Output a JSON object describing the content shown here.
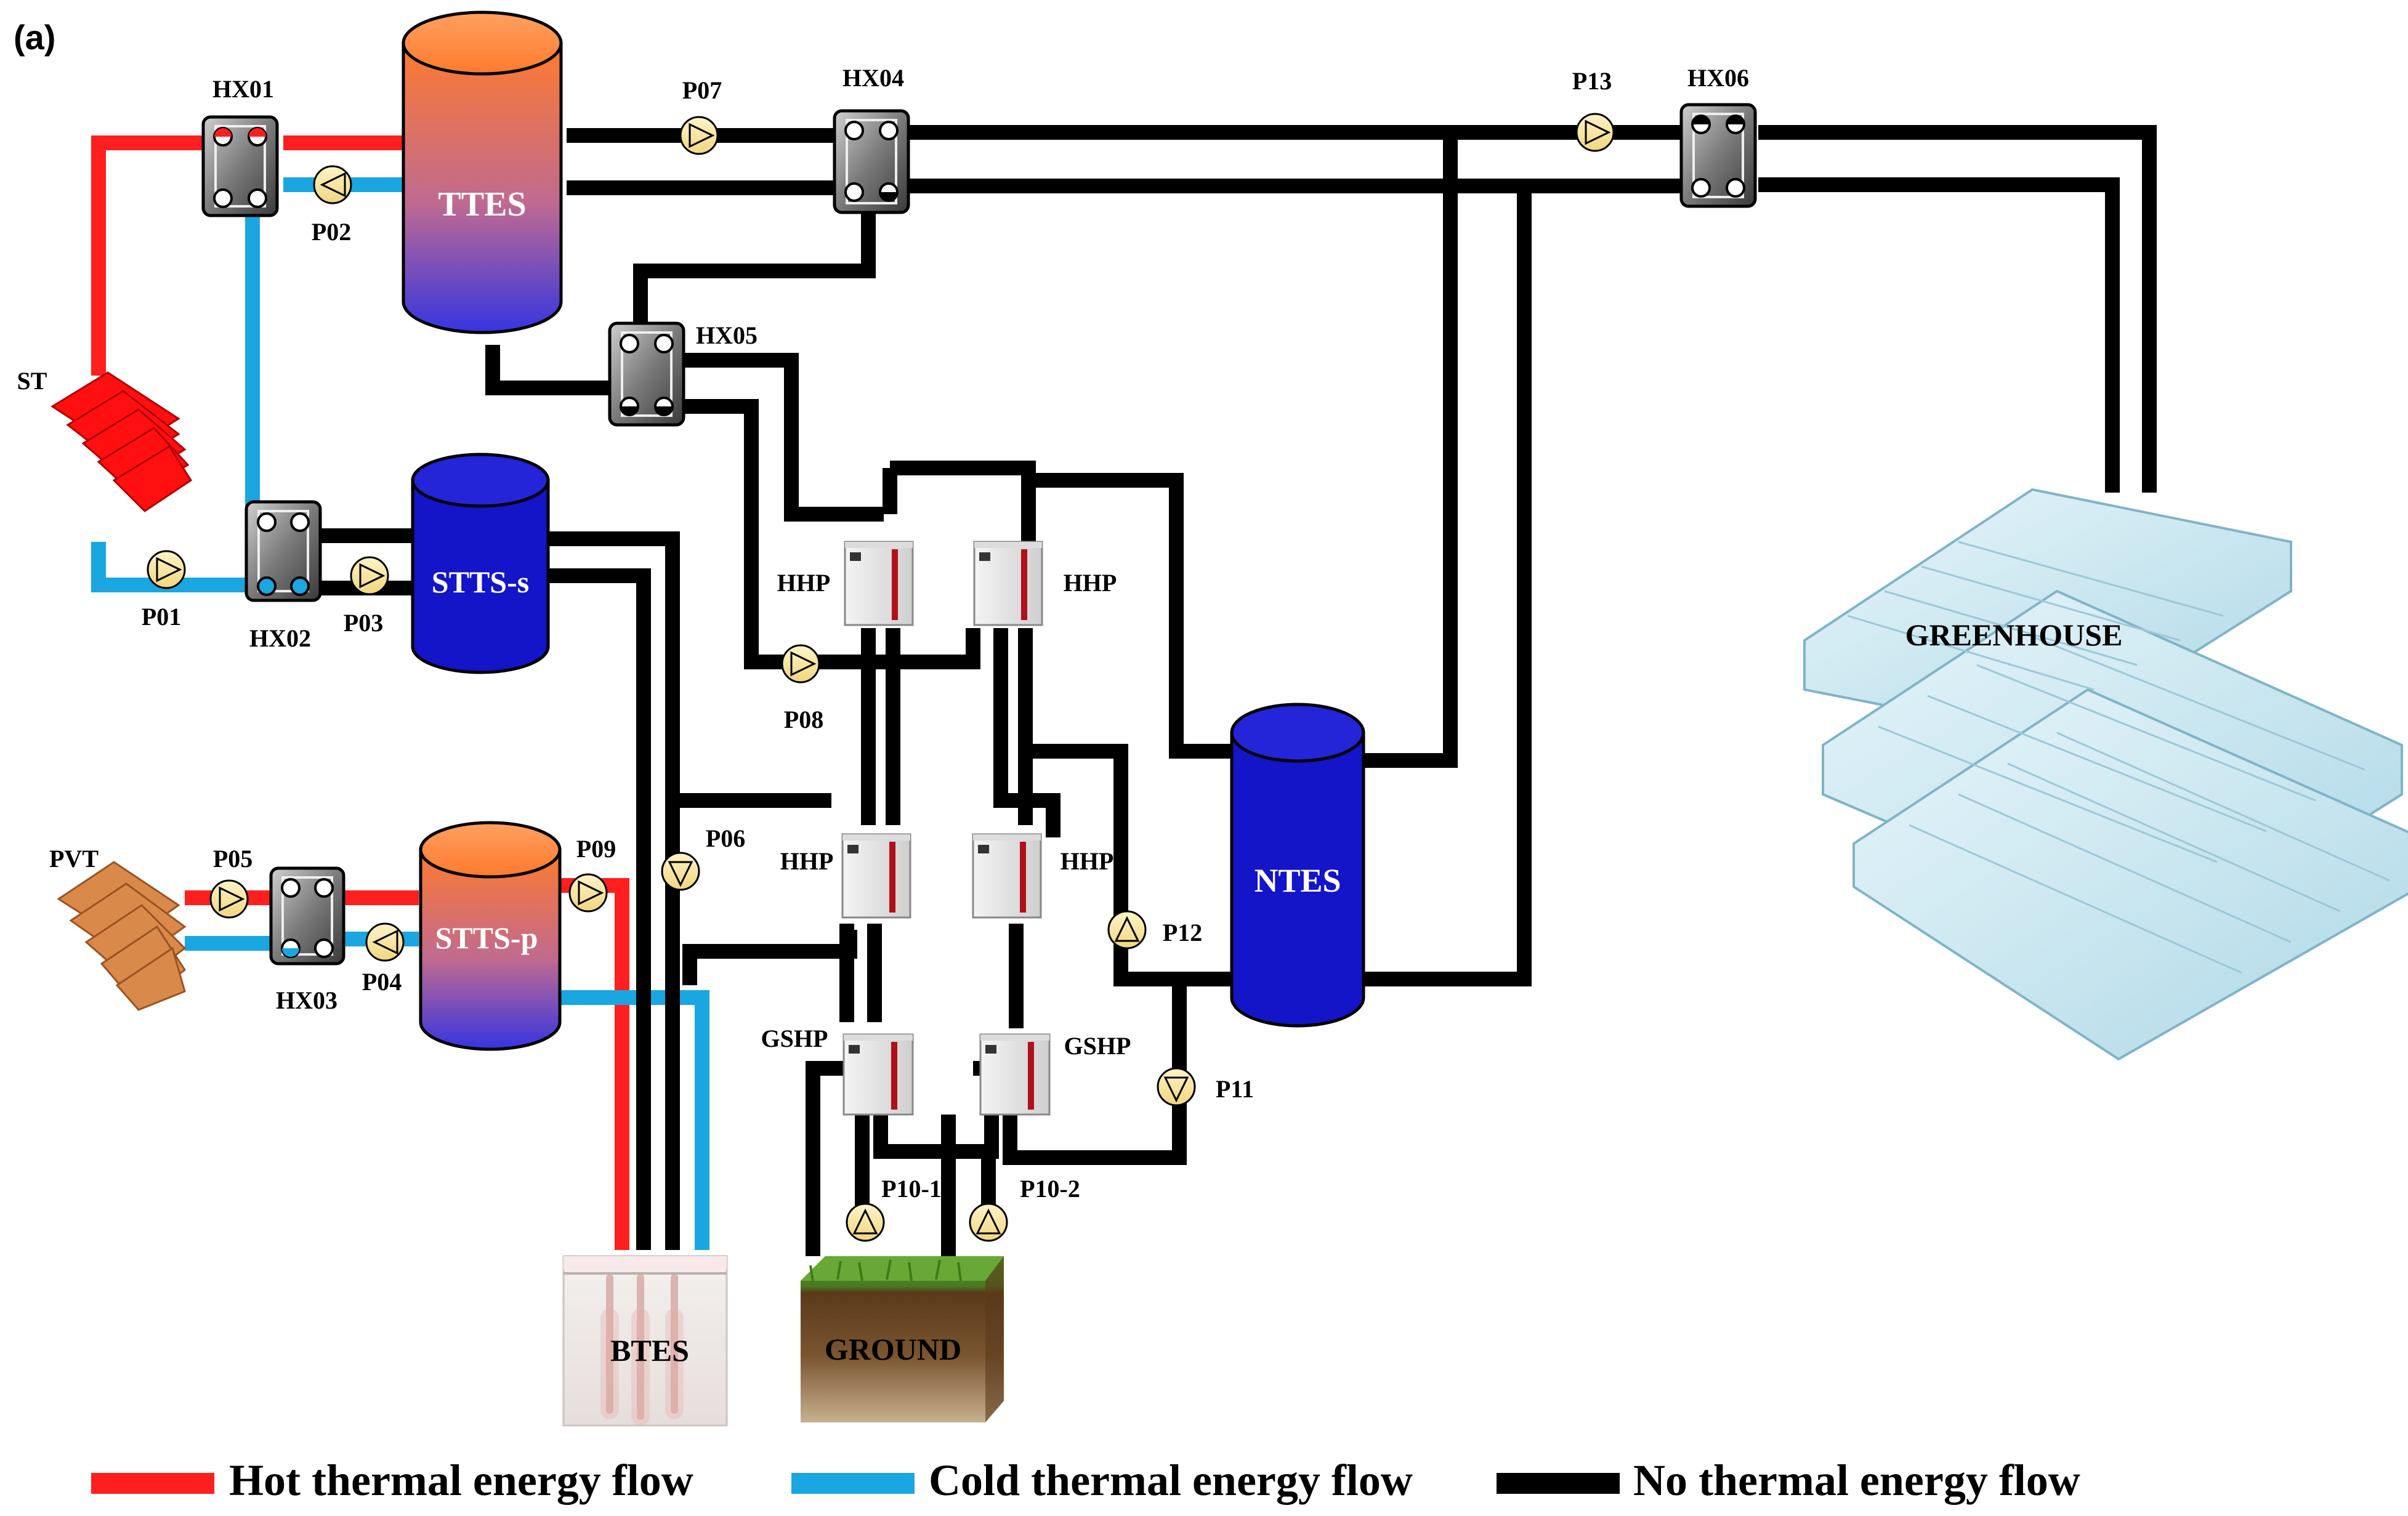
{
  "panel_label": "(a)",
  "colors": {
    "hot": "#ff1f1f",
    "cold": "#1aa6e0",
    "none": "#000000",
    "tank_hot_top": "#ff7a2e",
    "tank_hot_bottom": "#3a3ae0",
    "tank_cold": "#1414c8"
  },
  "tanks": {
    "ttes": "TTES",
    "stts_s": "STTS-s",
    "stts_p": "STTS-p",
    "ntes": "NTES"
  },
  "heat_exchangers": {
    "hx01": "HX01",
    "hx02": "HX02",
    "hx03": "HX03",
    "hx04": "HX04",
    "hx05": "HX05",
    "hx06": "HX06"
  },
  "pumps": {
    "p01": "P01",
    "p02": "P02",
    "p03": "P03",
    "p04": "P04",
    "p05": "P05",
    "p06": "P06",
    "p07": "P07",
    "p08": "P08",
    "p09": "P09",
    "p10_1": "P10-1",
    "p10_2": "P10-2",
    "p11": "P11",
    "p12": "P12",
    "p13": "P13"
  },
  "heat_pumps": {
    "hhp_1": "HHP",
    "hhp_2": "HHP",
    "hhp_3": "HHP",
    "hhp_4": "HHP",
    "gshp_1": "GSHP",
    "gshp_2": "GSHP"
  },
  "sources": {
    "st": "ST",
    "pvt": "PVT",
    "btes": "BTES",
    "ground": "GROUND",
    "greenhouse": "GREENHOUSE"
  },
  "legend": [
    {
      "label": "Hot thermal energy flow",
      "color": "#ff1f1f"
    },
    {
      "label": "Cold thermal energy flow",
      "color": "#1aa6e0"
    },
    {
      "label": "No thermal energy flow",
      "color": "#000000"
    }
  ]
}
